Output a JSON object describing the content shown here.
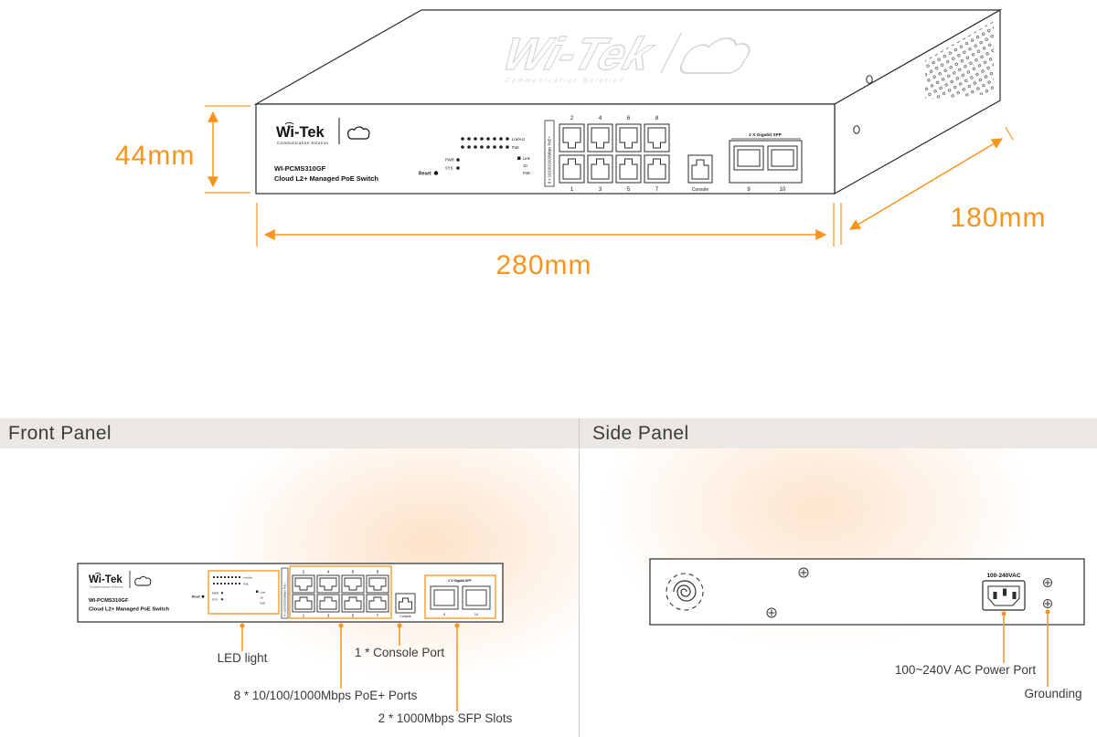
{
  "dimensions": {
    "height": "44mm",
    "width": "280mm",
    "depth": "180mm"
  },
  "device": {
    "brand": "Wi-Tek",
    "tagline": "Communication Solution",
    "model": "WI-PCMS310GF",
    "product_name": "Cloud L2+ Managed PoE Switch",
    "reset_label": "Reset",
    "led": {
      "pwr": "PWR",
      "sys": "SYS",
      "row1": "Lnk/Act",
      "row2": "PoE",
      "legend": [
        "Link",
        "10",
        "PoE"
      ]
    },
    "poe_banner": "8 x 10/100/1000Mbps PoE+",
    "port_numbers_top": [
      "2",
      "4",
      "6",
      "8"
    ],
    "port_numbers_bottom": [
      "1",
      "3",
      "5",
      "7"
    ],
    "console_label": "Console",
    "sfp_title": "2 X Gigabit SFP",
    "sfp_numbers": [
      "9",
      "10"
    ]
  },
  "front_panel": {
    "title": "Front Panel",
    "callouts": {
      "led": "LED light",
      "console": "1 * Console Port",
      "poe_ports": "8 * 10/100/1000Mbps PoE+ Ports",
      "sfp": "2 * 1000Mbps SFP Slots"
    }
  },
  "side_panel": {
    "title": "Side Panel",
    "power_rating": "100-240VAC",
    "callouts": {
      "power": "100~240V AC Power Port",
      "grounding": "Grounding"
    }
  },
  "colors": {
    "accent": "#F7941D",
    "line": "#2B2B2B",
    "header_bg": "#EBE8E4",
    "header_text": "#3B3B3B"
  }
}
